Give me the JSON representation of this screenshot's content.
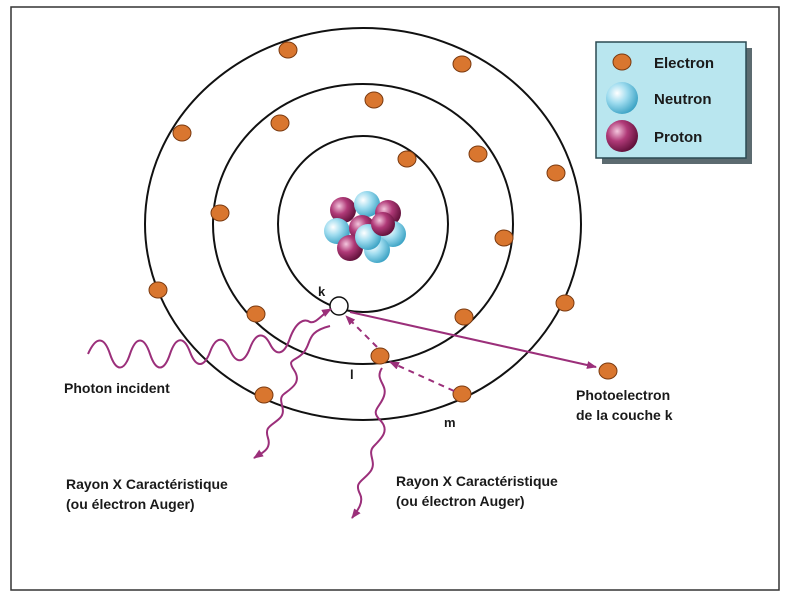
{
  "legend": {
    "electron": "Electron",
    "neutron": "Neutron",
    "proton": "Proton"
  },
  "labels": {
    "shell_k": "k",
    "shell_l": "l",
    "shell_m": "m",
    "photon_incident": "Photon incident",
    "photoelectron_line1": "Photoelectron",
    "photoelectron_line2": "de la couche k",
    "xray_left_line1": "Rayon X Caractéristique",
    "xray_left_line2": "(ou électron Auger)",
    "xray_right_line1": "Rayon X Caractéristique",
    "xray_right_line2": "(ou électron Auger)"
  },
  "colors": {
    "electron": "#d9762f",
    "neutron": "#8fd3e8",
    "proton": "#9c2a63",
    "arrow": "#9b2f7a",
    "legend_bg": "#b9e6ef"
  }
}
